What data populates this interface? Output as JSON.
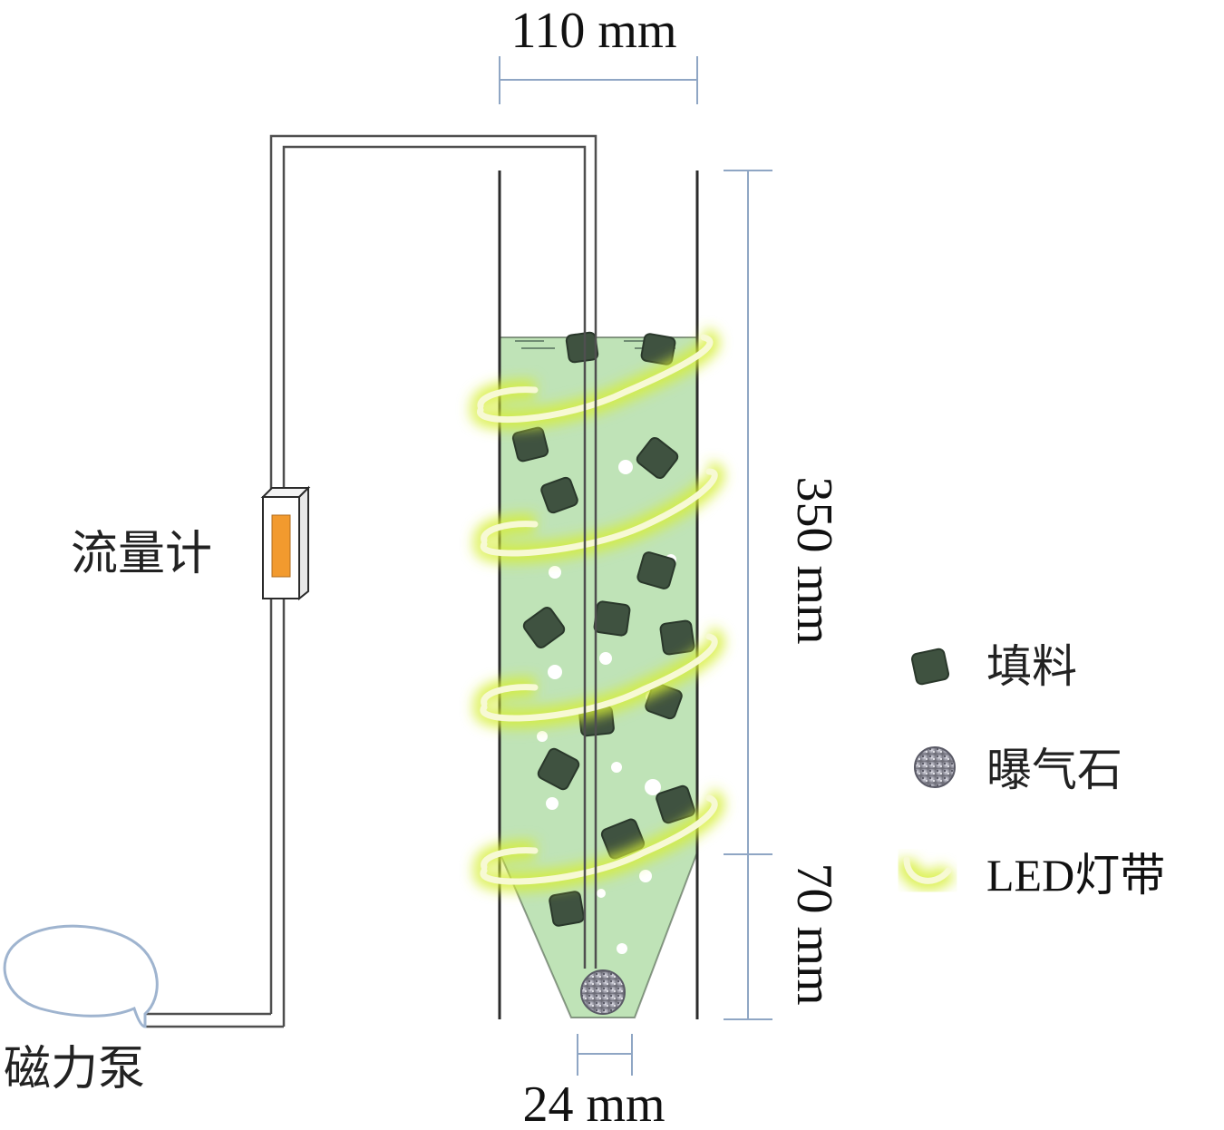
{
  "dimensions": {
    "width_top": "110 mm",
    "height_body": "350 mm",
    "height_cone": "70 mm",
    "bottom_width": "24 mm"
  },
  "labels": {
    "flowmeter": "流量计",
    "pump": "磁力泵"
  },
  "legend": {
    "items": [
      {
        "key": "packing",
        "label": "填料",
        "icon": "packing-cube-icon"
      },
      {
        "key": "aerator",
        "label": "曝气石",
        "icon": "aeration-stone-icon"
      },
      {
        "key": "led",
        "label": "LED灯带",
        "icon": "led-strip-icon"
      }
    ]
  },
  "colors": {
    "liquid": "#bfe3b7",
    "packing": "#3f5240",
    "led_core": "#f4f7c6",
    "led_glow": "#d6ef37",
    "flowmeter_indicator": "#f29a2e",
    "dimension_line": "#8fa6c4",
    "pipe": "#6b6b6b"
  }
}
